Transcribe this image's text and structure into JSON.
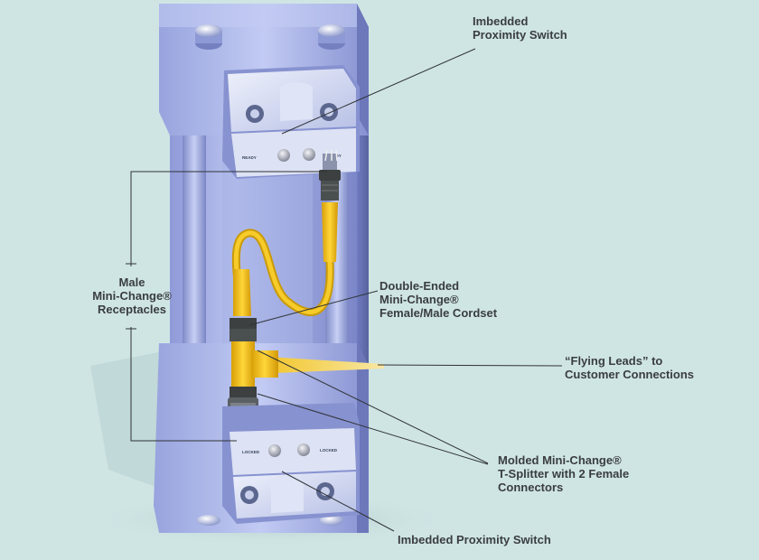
{
  "labels": {
    "top_switch": [
      "Imbedded",
      "Proximity Switch"
    ],
    "receptacles": [
      "Male",
      "Mini-Change®",
      "Receptacles"
    ],
    "cordset": [
      "Double-Ended",
      "Mini-Change®",
      "Female/Male Cordset"
    ],
    "flying_leads": [
      "“Flying Leads” to",
      "Customer Connections"
    ],
    "tsplitter": [
      "Molded Mini-Change®",
      "T-Splitter with 2 Female",
      "Connectors"
    ],
    "bottom_switch": "Imbedded Proximity Switch"
  },
  "plate_text": {
    "top_left": "READY",
    "top_right": "READY",
    "bottom_left": "LOCKED",
    "bottom_right": "LOCKED"
  },
  "colors": {
    "background": "#cfe5e4",
    "cylinder": "#a9b4e6",
    "switch_plate": "#d5dcf1",
    "cable": "#f2c21b",
    "connector": "#3c4040",
    "leader_line": "#2f3336",
    "label_text": "#3a3d40"
  }
}
